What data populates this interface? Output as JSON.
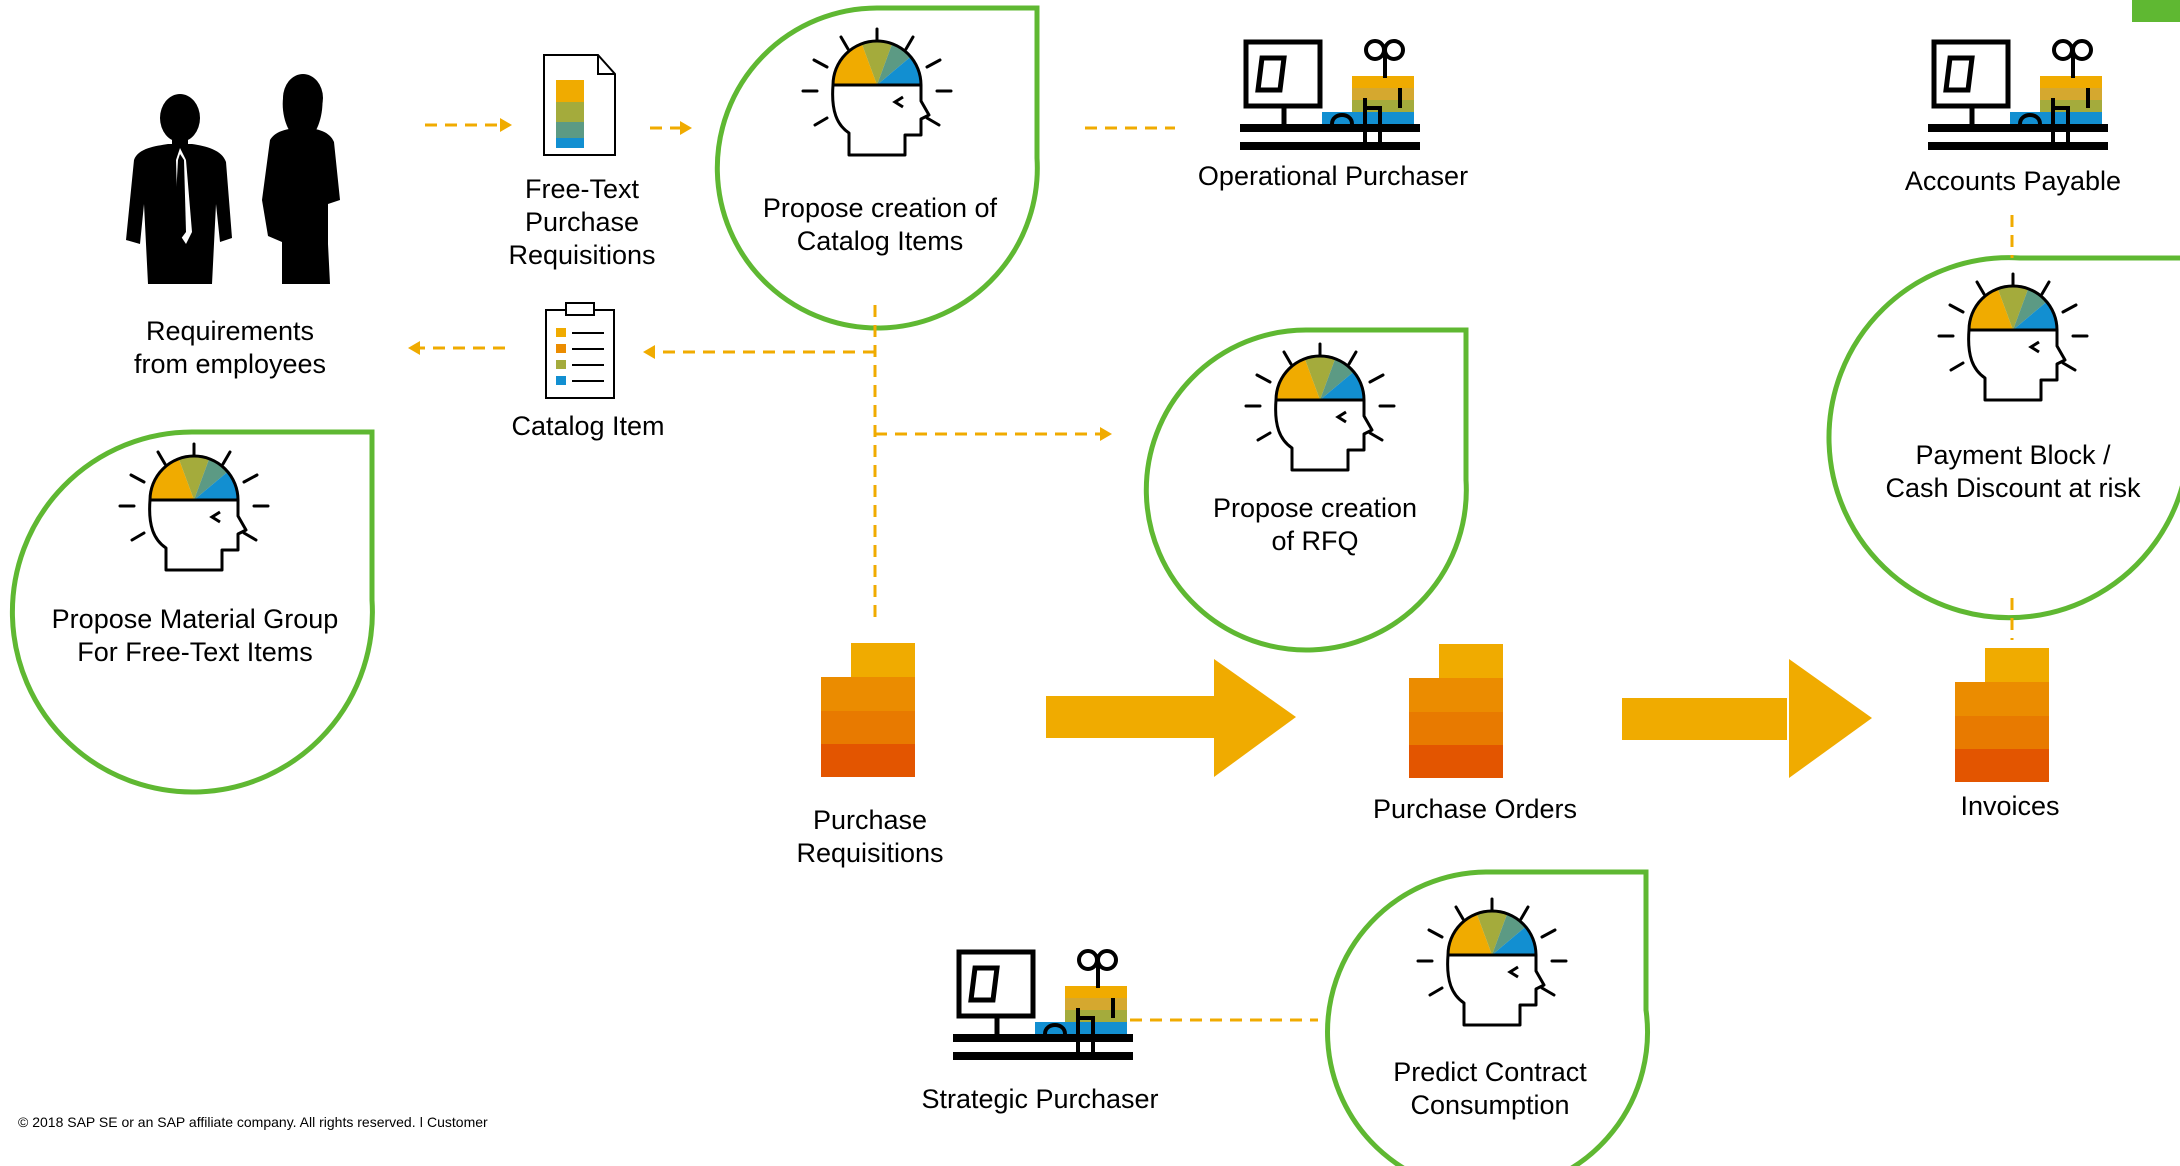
{
  "colors": {
    "leaf_border": "#5fb832",
    "arrow": "#f0ab00",
    "accent_tab": "#5fb832",
    "doc_tiers": [
      "#f0ab00",
      "#eb8c00",
      "#e87a00",
      "#e35500"
    ],
    "brain_slices": [
      "#f0ab00",
      "#a4ab3c",
      "#5c9a84",
      "#128fd1"
    ]
  },
  "nodes": {
    "requirements": {
      "line1": "Requirements",
      "line2": "from employees"
    },
    "free_text_pr": {
      "line1": "Free-Text",
      "line2": "Purchase",
      "line3": "Requisitions"
    },
    "catalog_item": {
      "line1": "Catalog Item"
    },
    "operational_purchaser": {
      "line1": "Operational Purchaser"
    },
    "accounts_payable": {
      "line1": "Accounts Payable"
    },
    "purchase_requisitions": {
      "line1": "Purchase",
      "line2": "Requisitions"
    },
    "purchase_orders": {
      "line1": "Purchase Orders"
    },
    "invoices": {
      "line1": "Invoices"
    },
    "strategic_purchaser": {
      "line1": "Strategic Purchaser"
    }
  },
  "ml_scenarios": {
    "catalog": {
      "line1": "Propose creation of",
      "line2": "Catalog Items"
    },
    "rfq": {
      "line1": "Propose creation",
      "line2": "of RFQ"
    },
    "material_group": {
      "line1": "Propose Material Group",
      "line2": "For Free-Text Items"
    },
    "payment_block": {
      "line1": "Payment Block /",
      "line2": "Cash Discount at risk"
    },
    "contract": {
      "line1": "Predict Contract",
      "line2": "Consumption"
    }
  },
  "icons": [
    "people-icon",
    "document-icon",
    "checklist-icon",
    "brain-icon",
    "purchaser-desk-icon",
    "stacked-document-icon",
    "arrow-icon"
  ],
  "footer": {
    "text": "© 2018 SAP SE or an SAP affiliate company. All rights reserved.   ǀ   Customer"
  }
}
